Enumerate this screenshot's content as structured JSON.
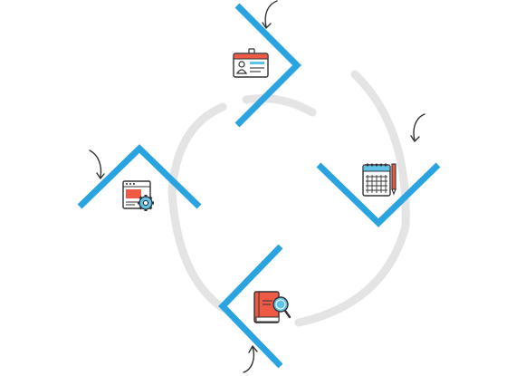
{
  "diagram": {
    "type": "cycle",
    "steps": [
      {
        "id": "identity",
        "icon": "id-card-icon",
        "pointer": "right"
      },
      {
        "id": "planning",
        "icon": "calendar-pencil-icon",
        "pointer": "down"
      },
      {
        "id": "knowledge",
        "icon": "book-magnifier-icon",
        "pointer": "left"
      },
      {
        "id": "settings",
        "icon": "browser-gear-icon",
        "pointer": "up"
      }
    ],
    "colors": {
      "chevron": "#2aa4e0",
      "ring": "#e4e4e4",
      "outline": "#333333",
      "accent_red": "#ef5a44",
      "accent_blue": "#5fc3e8"
    }
  }
}
